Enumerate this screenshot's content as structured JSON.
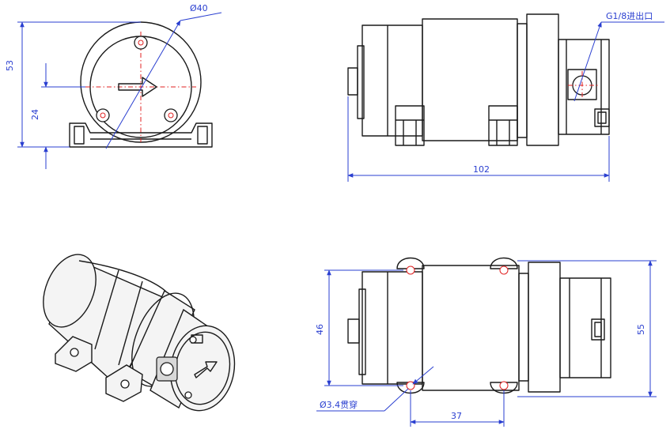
{
  "dimensions": {
    "front_diameter": "Ø40",
    "front_height": "53",
    "front_axis_height": "24",
    "side_port_thread": "G1/8进出口",
    "side_length": "102",
    "top_width_mount": "46",
    "top_width_total": "55",
    "top_hole_spacing": "37",
    "top_hole_diameter": "Ø3.4贯穿"
  },
  "colors": {
    "object_line": "#1a1a1a",
    "dimension_line": "#2a3fd0",
    "center_line": "#e02020"
  }
}
